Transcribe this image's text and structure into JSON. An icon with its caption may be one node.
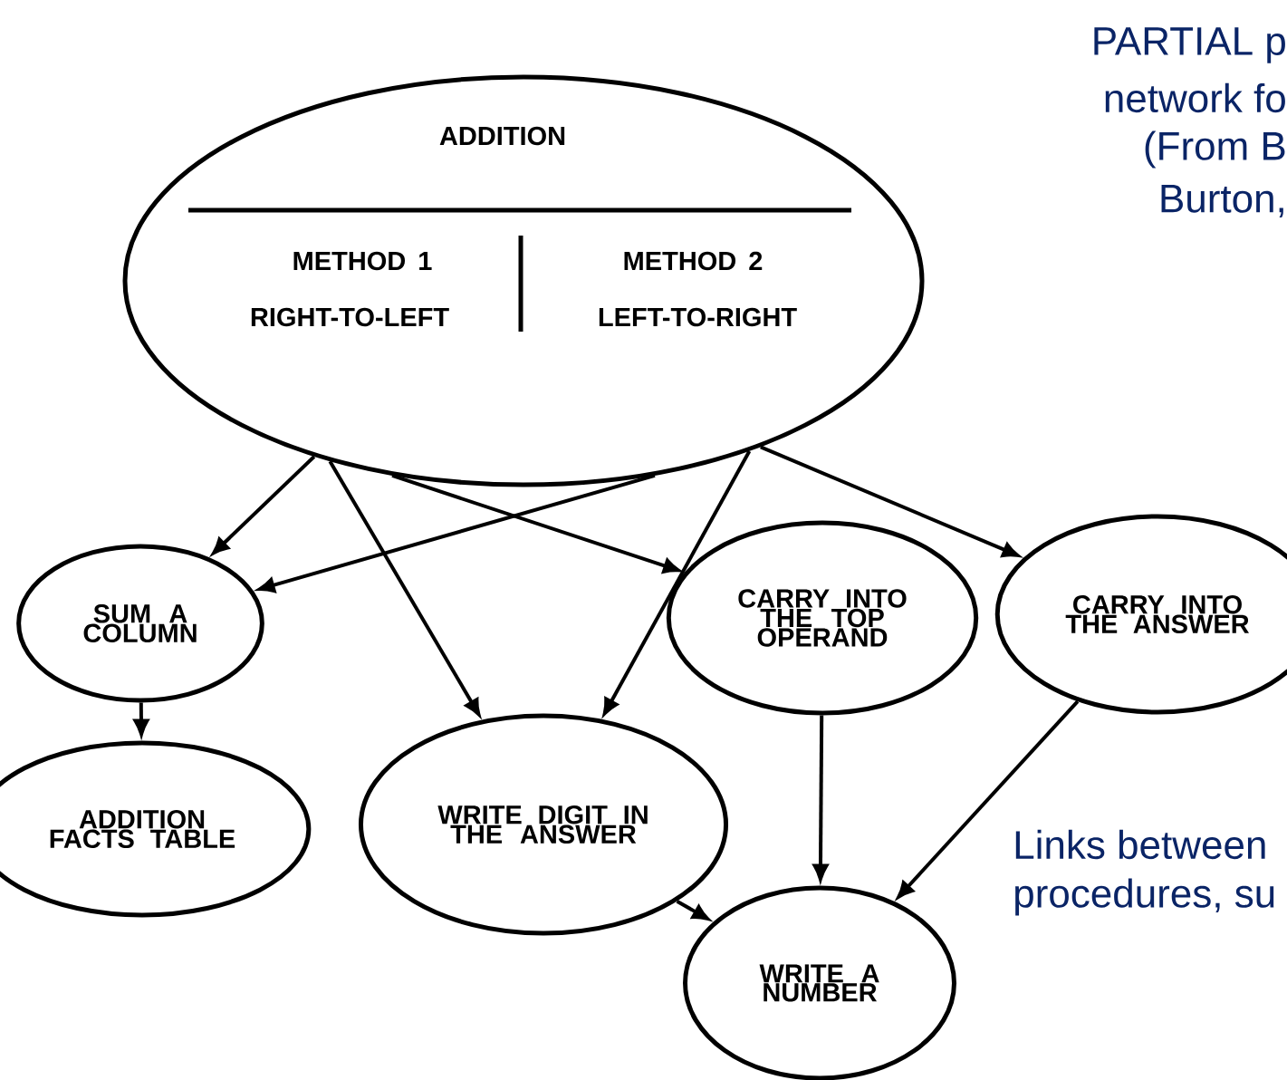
{
  "diagram": {
    "nodes": [
      {
        "text": [
          "ADDITION",
          "METHOD 1",
          "RIGHT-TO-LEFT",
          "METHOD 2",
          "LEFT-TO-RIGHT"
        ]
      },
      {
        "text": [
          "SUM A COLUMN"
        ]
      },
      {
        "text": [
          "CARRY INTO THE TOP OPERAND"
        ]
      },
      {
        "text": [
          "CARRY INTO THE ANSWER"
        ]
      },
      {
        "text": [
          "ADDITION FACTS TABLE"
        ]
      },
      {
        "text": [
          "WRITE DIGIT IN THE ANSWER"
        ]
      },
      {
        "text": [
          "WRITE A NUMBER"
        ]
      }
    ],
    "edges": [
      {
        "from": 0,
        "to": 1,
        "arrow": "to"
      },
      {
        "from": 0,
        "to": 5,
        "arrow": "to"
      },
      {
        "from": 0,
        "to": 2,
        "arrow": "to"
      },
      {
        "from": 0,
        "to": 5,
        "arrow": "to"
      },
      {
        "from": 0,
        "to": 1,
        "arrow": "to"
      },
      {
        "from": 0,
        "to": 3,
        "arrow": "to"
      },
      {
        "from": 1,
        "to": 4,
        "arrow": "to"
      },
      {
        "from": 5,
        "to": 6,
        "arrow": "to"
      },
      {
        "from": 2,
        "to": 6,
        "arrow": "to"
      },
      {
        "from": 3,
        "to": 6,
        "arrow": "to"
      }
    ],
    "labels": [
      "PARTIAL p",
      "network fo",
      "(From B",
      "Burton,",
      "Links between",
      "procedures, su"
    ]
  }
}
